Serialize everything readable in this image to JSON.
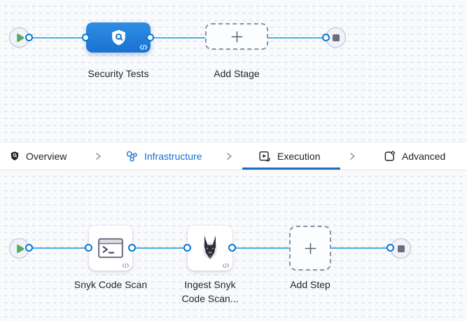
{
  "stage_pipeline": {
    "stages": [
      {
        "label": "Security Tests",
        "icon": "shield-scan-icon"
      }
    ],
    "add_stage_label": "Add Stage",
    "start_icon": "play-icon",
    "end_icon": "stop-icon"
  },
  "tab_bar": {
    "separator_icon": "chevron-right-icon",
    "tabs": [
      {
        "label": "Overview",
        "icon": "shield-check-icon",
        "active": false
      },
      {
        "label": "Infrastructure",
        "icon": "graph-nodes-icon",
        "active": false
      },
      {
        "label": "Execution",
        "icon": "play-box-icon",
        "active": true
      },
      {
        "label": "Advanced",
        "icon": "file-gear-icon",
        "active": false
      }
    ]
  },
  "execution_pipeline": {
    "steps": [
      {
        "label": "Snyk Code Scan",
        "icon": "terminal-icon"
      },
      {
        "label": "Ingest Snyk Code Scan...",
        "icon": "snyk-dog-icon"
      }
    ],
    "add_step_label": "Add Step",
    "start_icon": "play-icon",
    "end_icon": "stop-icon"
  },
  "colors": {
    "accent_blue": "#0278d5",
    "connector_blue": "#4aaee8",
    "stage_blue": "#1e7fd9",
    "tab_active_blue": "#1f6bc2",
    "infrastructure_tab_blue": "#1b6fd6",
    "play_green": "#57ab5c",
    "canvas_bg": "#f9fafc"
  }
}
